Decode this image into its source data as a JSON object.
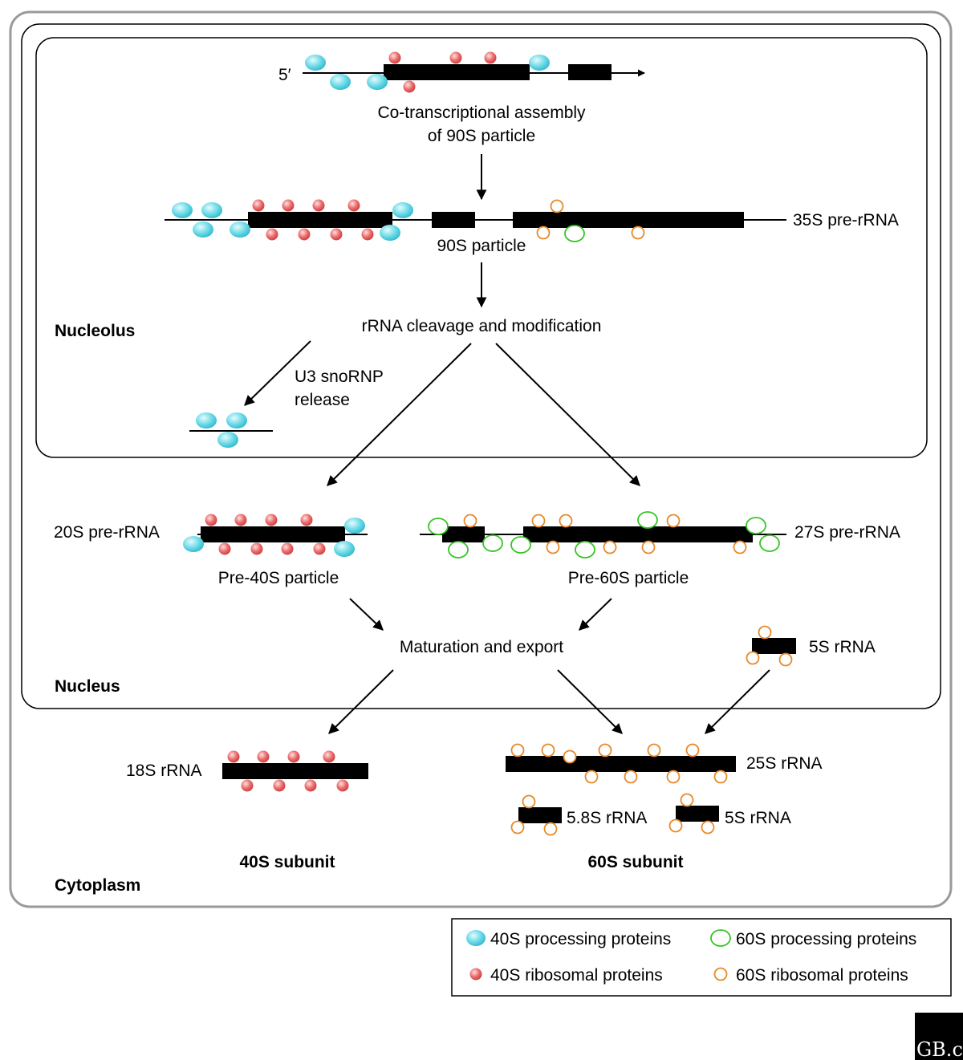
{
  "compartments": {
    "nucleolus": "Nucleolus",
    "nucleus": "Nucleus",
    "cytoplasm": "Cytoplasm"
  },
  "labels": {
    "five_prime": "5′",
    "cotranscription_line1": "Co-transcriptional assembly",
    "cotranscription_line2": "of 90S particle",
    "pre_rrna_35s": "35S pre-rRNA",
    "particle_90s": "90S particle",
    "cleavage": "rRNA cleavage and modification",
    "u3_line1": "U3 snoRNP",
    "u3_line2": "release",
    "pre_rrna_20s": "20S pre-rRNA",
    "pre_rrna_27s": "27S pre-rRNA",
    "pre40s": "Pre-40S particle",
    "pre60s": "Pre-60S particle",
    "maturation": "Maturation and export",
    "rrna_5s_nucleus": "5S rRNA",
    "rrna_18s": "18S rRNA",
    "rrna_25s": "25S rRNA",
    "rrna_58s": "5.8S rRNA",
    "rrna_5s_cytoplasm": "5S rRNA",
    "subunit_40s": "40S subunit",
    "subunit_60s": "60S subunit"
  },
  "legend": {
    "processing_40s": "40S processing proteins",
    "processing_60s": "60S processing proteins",
    "ribosomal_40s": "40S ribosomal proteins",
    "ribosomal_60s": "60S ribosomal proteins"
  },
  "colors": {
    "processing_40s": "#5fd8e6",
    "ribosomal_40s": "#e85f5f",
    "processing_60s": "#35c424",
    "ribosomal_60s": "#e8892a",
    "rna": "#000000",
    "frame": "#9a9a9a"
  },
  "logo": {
    "text": "GB.c"
  }
}
